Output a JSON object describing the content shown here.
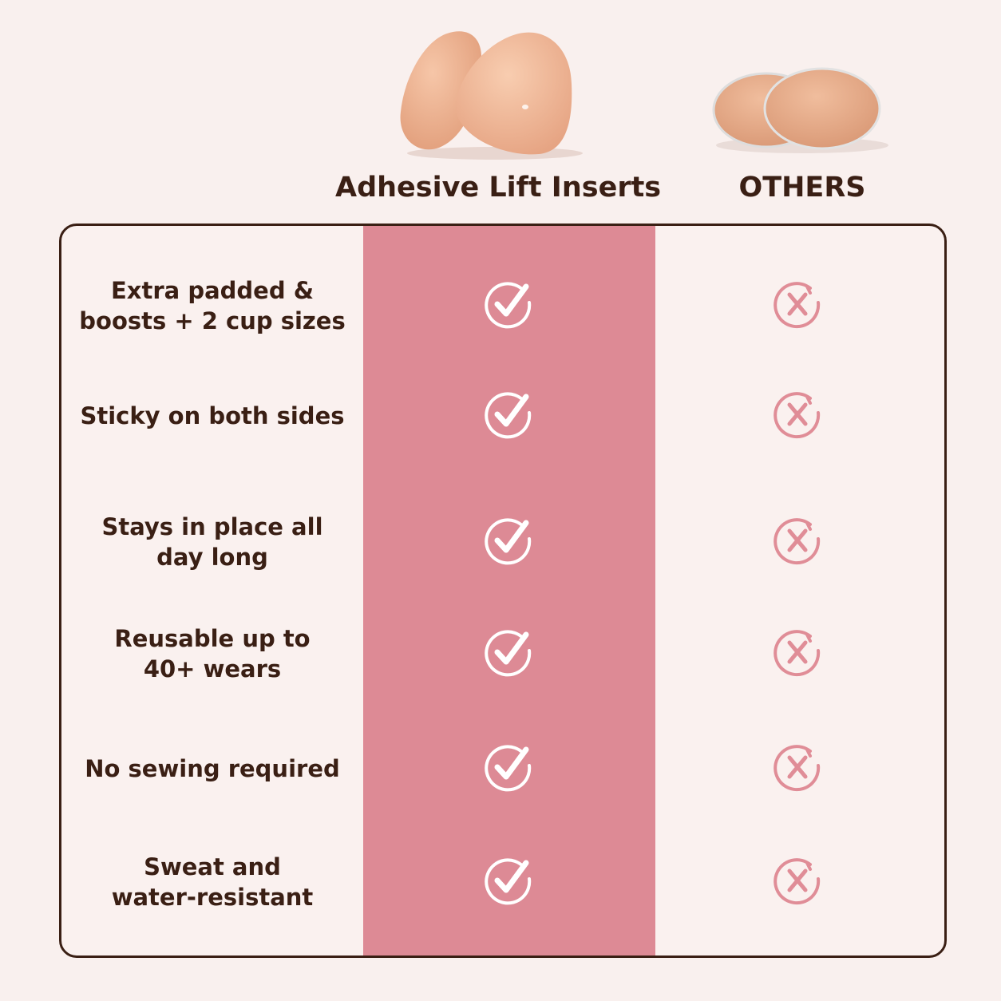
{
  "colors": {
    "background": "#f9f0ee",
    "text": "#3a1f14",
    "highlight": "#dd8a95",
    "check": "#ffffff",
    "cross": "#e08d97",
    "product": "#f0b394"
  },
  "columns": {
    "product": "Adhesive Lift Inserts",
    "others": "OTHERS"
  },
  "rows": [
    {
      "lines": [
        "Extra padded &",
        "boosts + 2 cup sizes"
      ],
      "product": "check-icon",
      "others": "cross-icon"
    },
    {
      "lines": [
        "Sticky on both sides"
      ],
      "product": "check-icon",
      "others": "cross-icon"
    },
    {
      "lines": [
        "Stays in place all",
        "day long"
      ],
      "product": "check-icon",
      "others": "cross-icon"
    },
    {
      "lines": [
        "Reusable up to",
        "40+ wears"
      ],
      "product": "check-icon",
      "others": "cross-icon"
    },
    {
      "lines": [
        "No sewing required"
      ],
      "product": "check-icon",
      "others": "cross-icon"
    },
    {
      "lines": [
        "Sweat and",
        "water-resistant"
      ],
      "product": "check-icon",
      "others": "cross-icon"
    }
  ]
}
